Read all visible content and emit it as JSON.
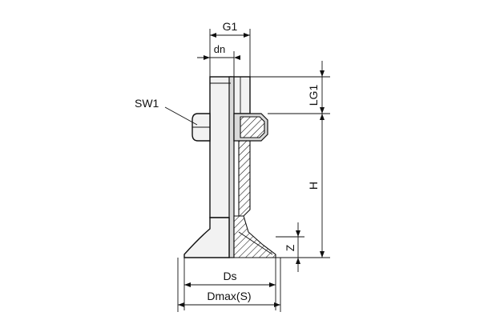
{
  "diagram": {
    "labels": {
      "g1": "G1",
      "dn": "dn",
      "sw1": "SW1",
      "lg1": "LG1",
      "h": "H",
      "z": "Z",
      "ds": "Ds",
      "dmax": "Dmax(S)"
    }
  }
}
